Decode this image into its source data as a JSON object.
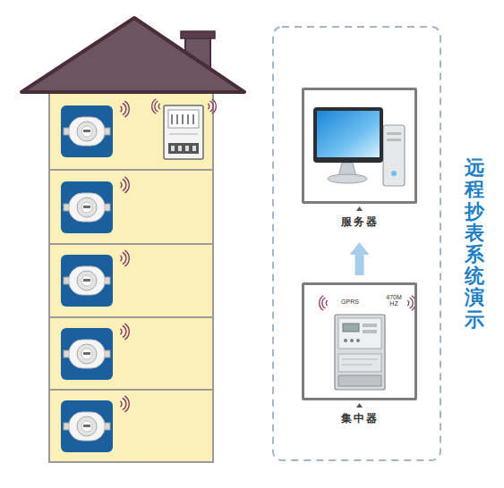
{
  "diagram": {
    "title": "远程抄表系统演示",
    "nodes": [
      {
        "text": [
          "服务器"
        ]
      },
      {
        "text": [
          "集中器"
        ]
      }
    ],
    "edges": [
      {
        "from": 1,
        "to": 0,
        "arrow": "to"
      }
    ],
    "labels": [
      "GPRS",
      "470M HZ"
    ]
  }
}
